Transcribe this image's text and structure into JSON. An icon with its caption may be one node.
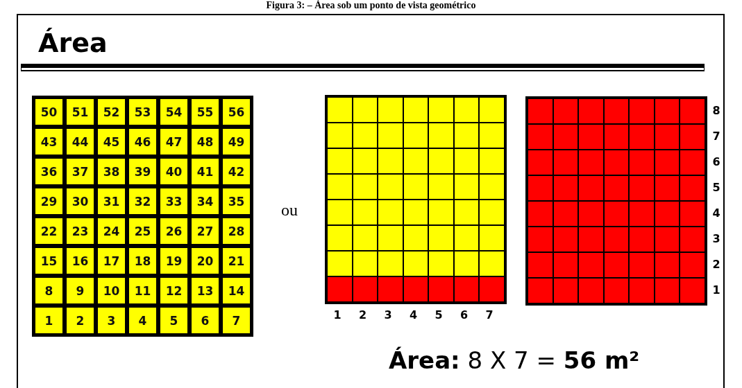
{
  "diagram": {
    "title": "Área",
    "caption": "Figura 3: – Área sob um ponto de vista geométrico",
    "labels": [
      "50",
      "51",
      "52",
      "53",
      "54",
      "55",
      "56",
      "43",
      "44",
      "45",
      "46",
      "47",
      "48",
      "49",
      "36",
      "37",
      "38",
      "39",
      "40",
      "41",
      "42",
      "29",
      "30",
      "31",
      "32",
      "33",
      "34",
      "35",
      "22",
      "23",
      "24",
      "25",
      "26",
      "27",
      "28",
      "15",
      "16",
      "17",
      "18",
      "19",
      "20",
      "21",
      "8",
      "9",
      "10",
      "11",
      "12",
      "13",
      "14",
      "1",
      "2",
      "3",
      "4",
      "5",
      "6",
      "7",
      "ou",
      "1",
      "2",
      "3",
      "4",
      "5",
      "6",
      "7",
      "8",
      "7",
      "6",
      "5",
      "4",
      "3",
      "2",
      "1",
      "**Área:** 8 X 7 = **56 m²**"
    ]
  }
}
